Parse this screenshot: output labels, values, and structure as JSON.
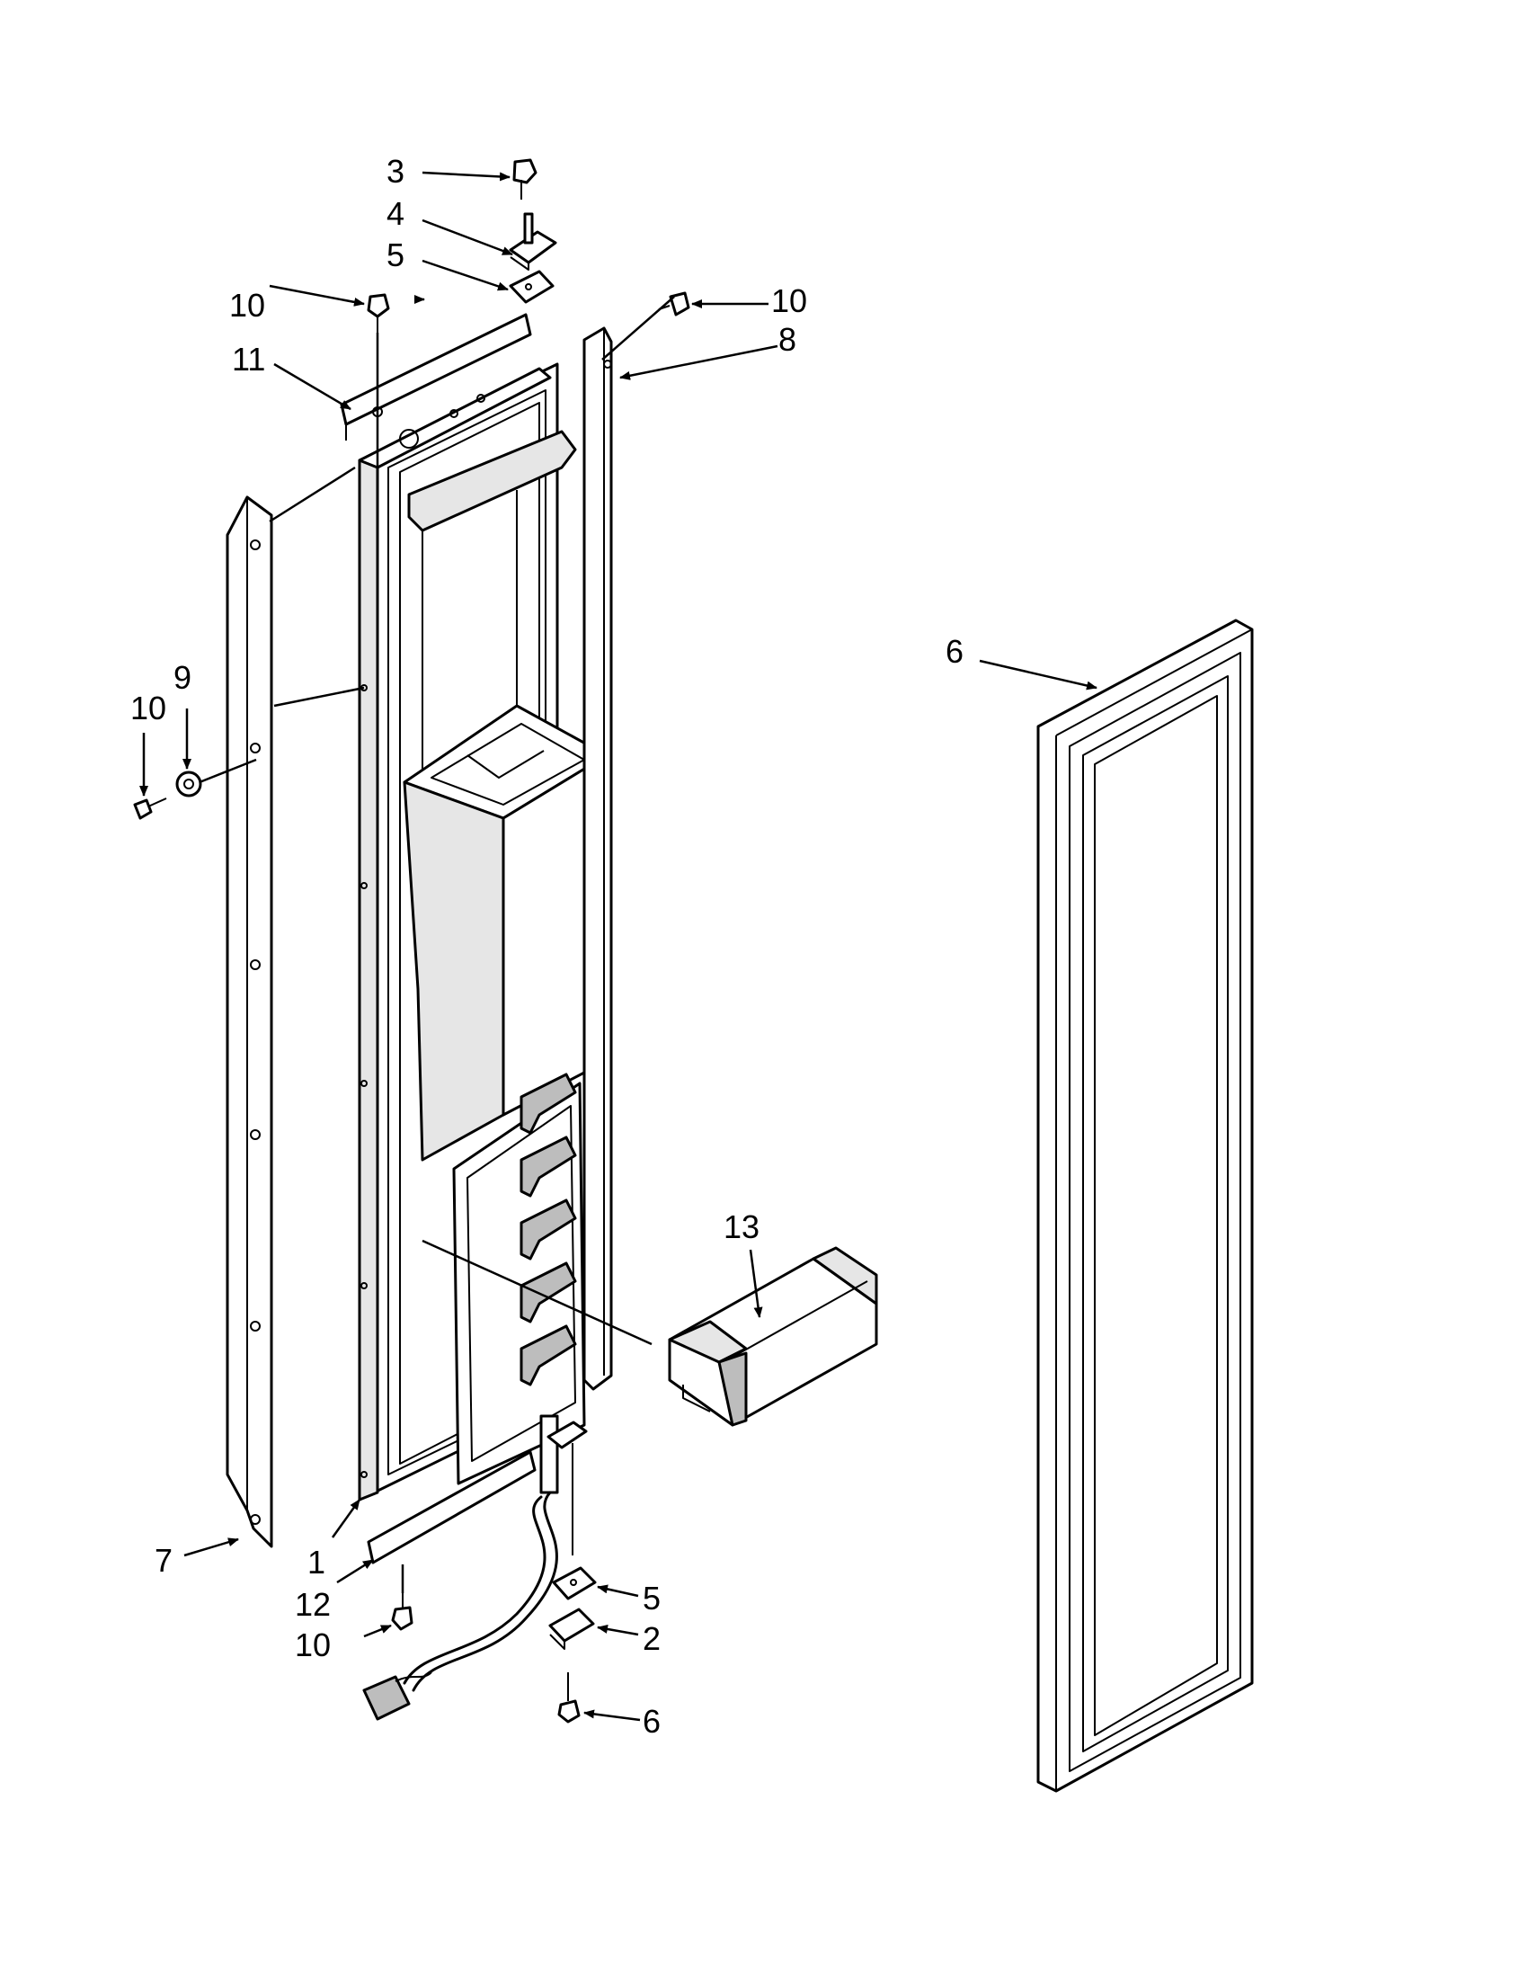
{
  "callouts": [
    {
      "id": "c3",
      "text": "3"
    },
    {
      "id": "c4",
      "text": "4"
    },
    {
      "id": "c5top",
      "text": "5"
    },
    {
      "id": "c10a",
      "text": "10"
    },
    {
      "id": "c11",
      "text": "11"
    },
    {
      "id": "c10b",
      "text": "10"
    },
    {
      "id": "c8",
      "text": "8"
    },
    {
      "id": "c6gasket",
      "text": "6"
    },
    {
      "id": "c9",
      "text": "9"
    },
    {
      "id": "c10c",
      "text": "10"
    },
    {
      "id": "c13",
      "text": "13"
    },
    {
      "id": "c7",
      "text": "7"
    },
    {
      "id": "c1",
      "text": "1"
    },
    {
      "id": "c12",
      "text": "12"
    },
    {
      "id": "c10d",
      "text": "10"
    },
    {
      "id": "c5bot",
      "text": "5"
    },
    {
      "id": "c2",
      "text": "2"
    },
    {
      "id": "c6screw",
      "text": "6"
    }
  ]
}
